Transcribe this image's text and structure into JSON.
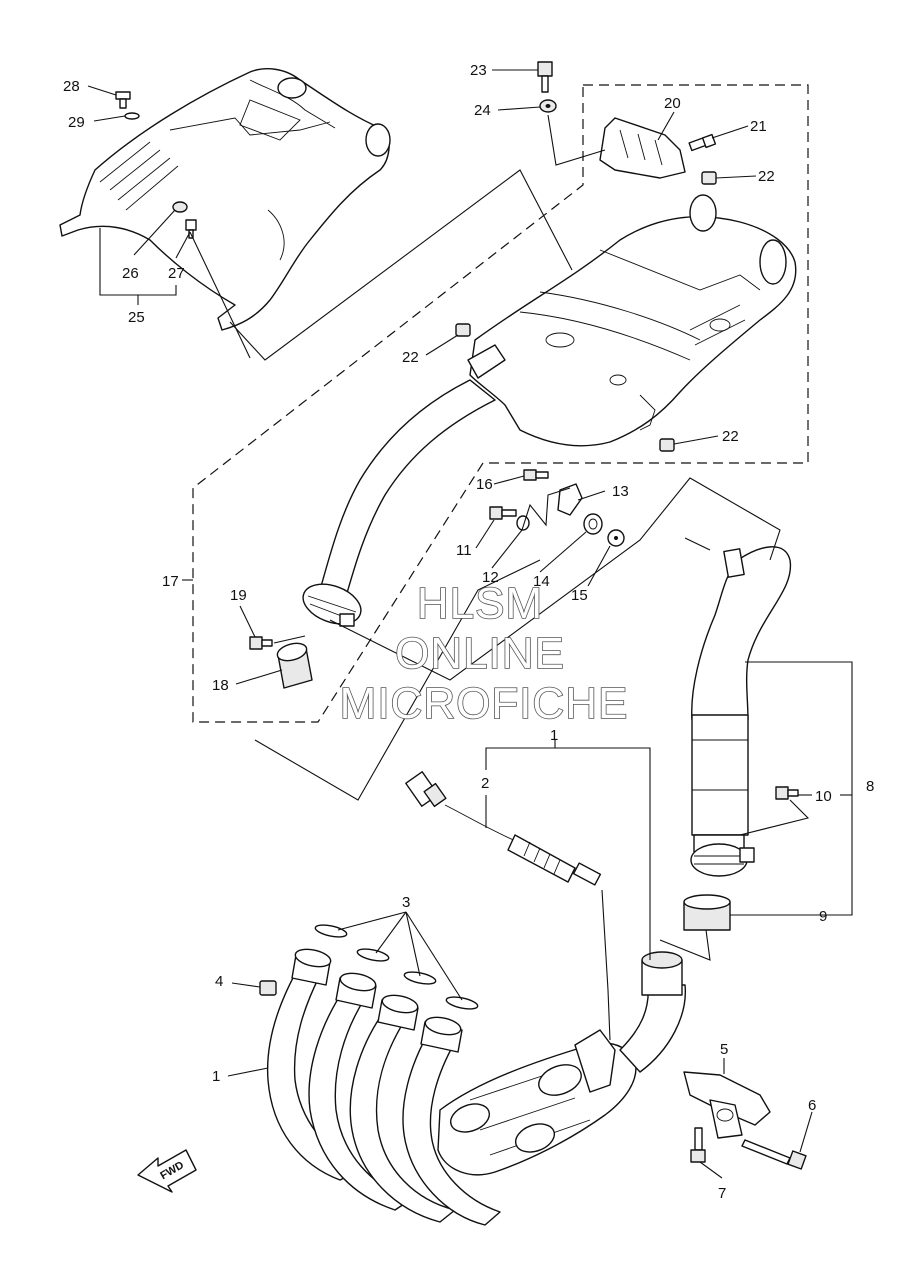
{
  "watermark": {
    "line1": "HLSM",
    "line2": "ONLINE",
    "line3": "MICROFICHE"
  },
  "direction_arrow": {
    "label": "FWD",
    "icon": "forward-arrow-icon"
  },
  "callouts": {
    "c1a": "1",
    "c1b": "1",
    "c2": "2",
    "c3": "3",
    "c4": "4",
    "c5": "5",
    "c6": "6",
    "c7": "7",
    "c8": "8",
    "c9": "9",
    "c10": "10",
    "c11": "11",
    "c12": "12",
    "c13": "13",
    "c14": "14",
    "c15": "15",
    "c16": "16",
    "c17": "17",
    "c18": "18",
    "c19": "19",
    "c20": "20",
    "c21": "21",
    "c22a": "22",
    "c22b": "22",
    "c22c": "22",
    "c23": "23",
    "c24": "24",
    "c25": "25",
    "c26": "26",
    "c27": "27",
    "c28": "28",
    "c29": "29"
  }
}
